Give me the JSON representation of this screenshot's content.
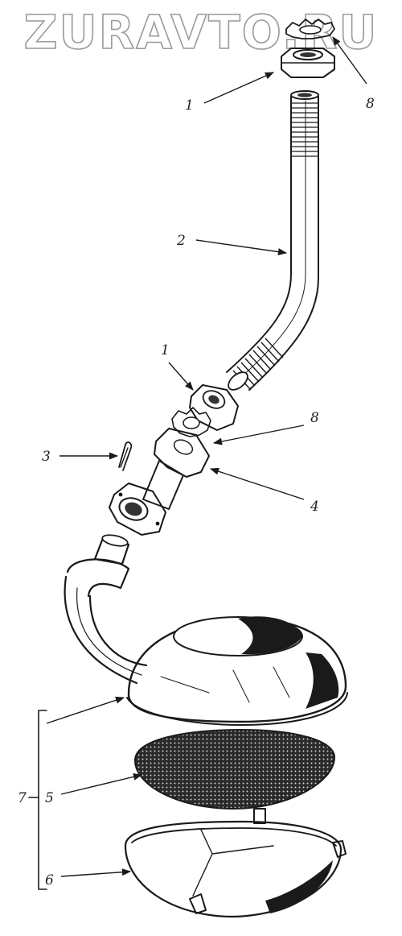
{
  "watermark": "ZURAVTO.RU",
  "callouts": {
    "c1_top": "1",
    "c8_top": "8",
    "c2": "2",
    "c1_mid": "1",
    "c8_mid": "8",
    "c3": "3",
    "c4": "4",
    "c7": "7",
    "c5": "5",
    "c6": "6"
  },
  "icons": {
    "nut": "hex-nut-icon",
    "washer": "toothed-lock-washer-icon",
    "tube": "threaded-tube-icon",
    "pin": "cotter-pin-icon",
    "fitting": "flanged-fitting-icon",
    "receiver": "oil-receiver-icon",
    "mesh": "strainer-mesh-icon",
    "cap": "strainer-cover-icon"
  },
  "colors": {
    "ink": "#1a1a1a",
    "watermark_stroke": "#9a9a9a",
    "background": "#ffffff"
  }
}
